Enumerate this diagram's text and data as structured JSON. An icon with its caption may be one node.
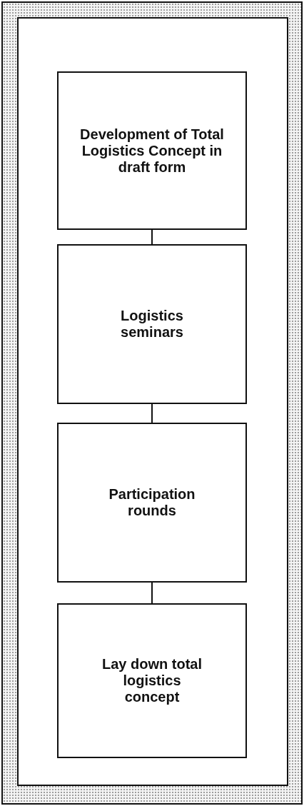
{
  "diagram": {
    "nodes": [
      {
        "text": [
          "Development of Total Logistics Concept in draft form"
        ]
      },
      {
        "text": [
          "Logistics seminars"
        ]
      },
      {
        "text": [
          "Participation rounds"
        ]
      },
      {
        "text": [
          "Lay down total logistics concept"
        ]
      }
    ],
    "edges": [
      {
        "from": 0,
        "to": 1,
        "arrow": "none"
      },
      {
        "from": 1,
        "to": 2,
        "arrow": "none"
      },
      {
        "from": 2,
        "to": 3,
        "arrow": "none"
      }
    ]
  }
}
